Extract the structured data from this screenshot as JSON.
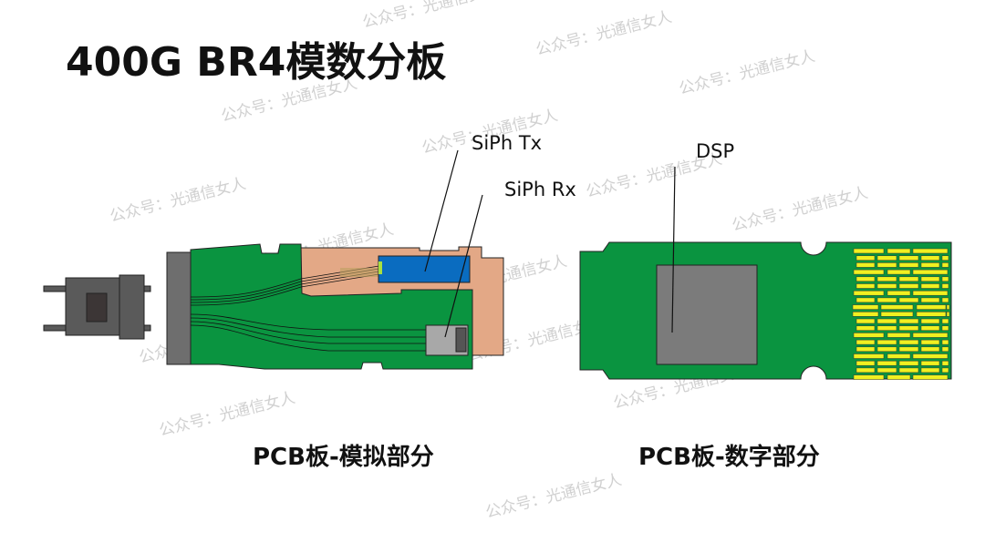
{
  "title": "400G BR4模数分板",
  "labels": {
    "siph_tx": "SiPh Tx",
    "siph_rx": "SiPh Rx",
    "dsp": "DSP"
  },
  "captions": {
    "analog": "PCB板-模拟部分",
    "digital": "PCB板-数字部分"
  },
  "watermark": "公众号：光通信女人",
  "colors": {
    "pcb_green": "#0a9440",
    "substrate_tan": "#e3a886",
    "tx_chip_blue": "#0a6cc0",
    "gold_finger": "#f0f020",
    "dsp_gray": "#7b7b7b",
    "connector_gray": "#5a5a5a"
  }
}
